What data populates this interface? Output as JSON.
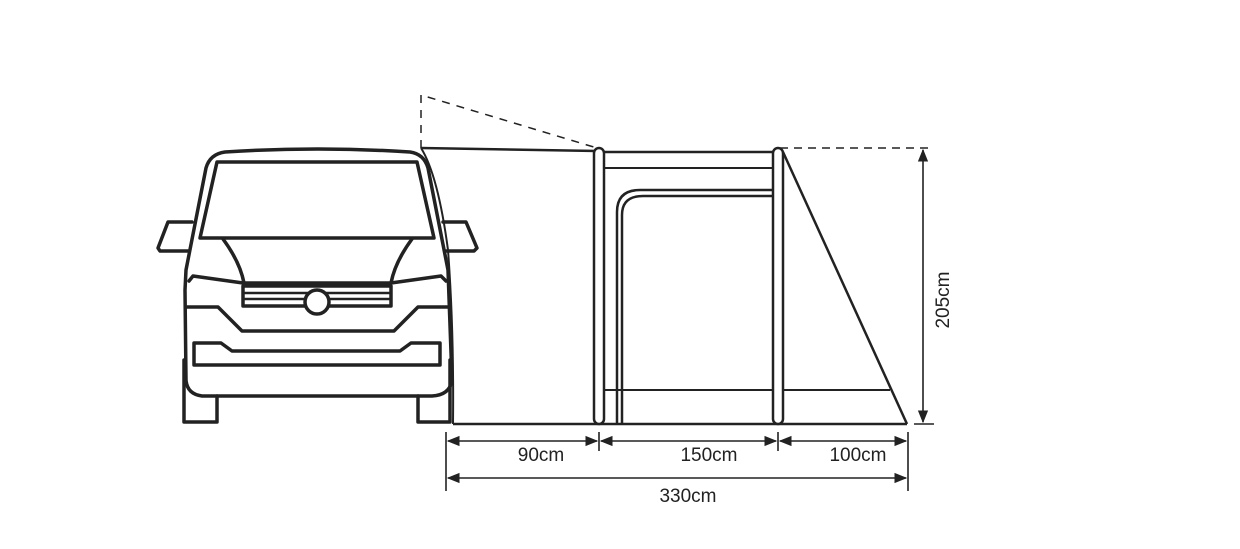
{
  "diagram": {
    "subject": "Van with drive-away awning, front elevation with side awning",
    "colors": {
      "line": "#222222",
      "background": "#ffffff"
    },
    "dimensions": {
      "section_1": "90cm",
      "section_2": "150cm",
      "section_3": "100cm",
      "total_length": "330cm",
      "height": "205cm"
    }
  }
}
